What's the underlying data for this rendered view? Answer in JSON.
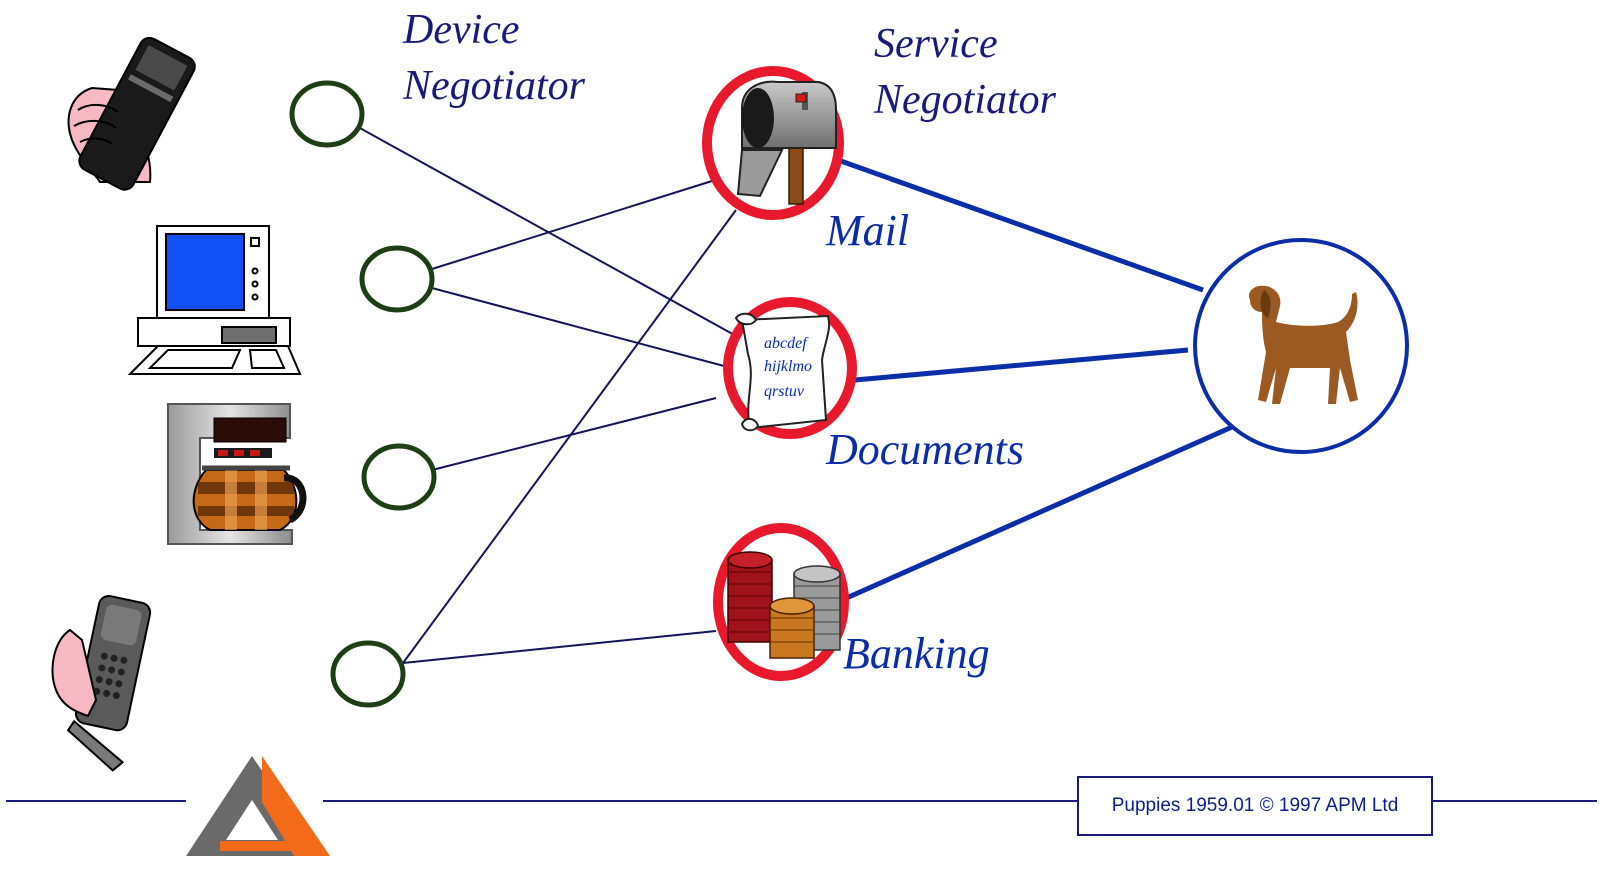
{
  "titles": {
    "device_line1": "Device",
    "device_line2": "Negotiator",
    "service_line1": "Service",
    "service_line2": "Negotiator"
  },
  "services": [
    {
      "id": "mail",
      "label": "Mail",
      "icon": "mailbox-icon"
    },
    {
      "id": "documents",
      "label": "Documents",
      "icon": "scroll-document-icon"
    },
    {
      "id": "banking",
      "label": "Banking",
      "icon": "coin-stacks-icon"
    }
  ],
  "document_scroll_text": [
    "abcdef",
    "hijklmo",
    "qrstuv"
  ],
  "devices": [
    {
      "id": "pda",
      "icon": "handheld-pda-icon"
    },
    {
      "id": "computer",
      "icon": "desktop-computer-icon"
    },
    {
      "id": "coffee",
      "icon": "coffee-maker-icon"
    },
    {
      "id": "phone",
      "icon": "mobile-phone-icon"
    }
  ],
  "hub": {
    "icon": "dog-icon"
  },
  "footer": {
    "text": "Puppies 1959.01 © 1997 APM Ltd"
  },
  "colors": {
    "device_node": "#1f3d16",
    "service_ring": "#e8192c",
    "hub_ring": "#0b2da8",
    "thin_line": "#14145a",
    "thick_line": "#0b2da8",
    "title_text": "#1a1a7a",
    "label_text": "#0b2da8"
  }
}
